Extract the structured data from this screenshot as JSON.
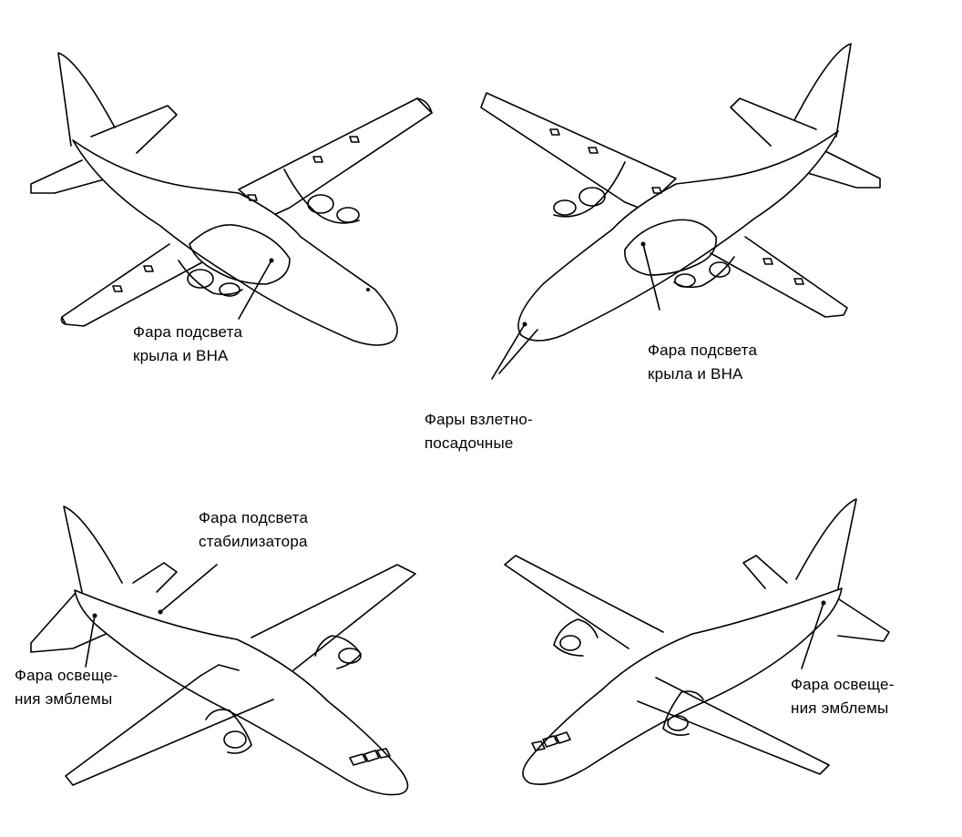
{
  "labels": {
    "wing_light_left": [
      "Фара подсвета",
      "крыла и ВНА"
    ],
    "wing_light_right": [
      "Фара подсвета",
      "крыла и ВНА"
    ],
    "landing_lights": [
      "Фары взлетно-",
      "посадочные"
    ],
    "stabilizer_light": [
      "Фара подсвета",
      "стабилизатора"
    ],
    "emblem_light_left": [
      "Фара освеще-",
      "ния эмблемы"
    ],
    "emblem_light_right": [
      "Фара освеще-",
      "ния эмблемы"
    ]
  }
}
